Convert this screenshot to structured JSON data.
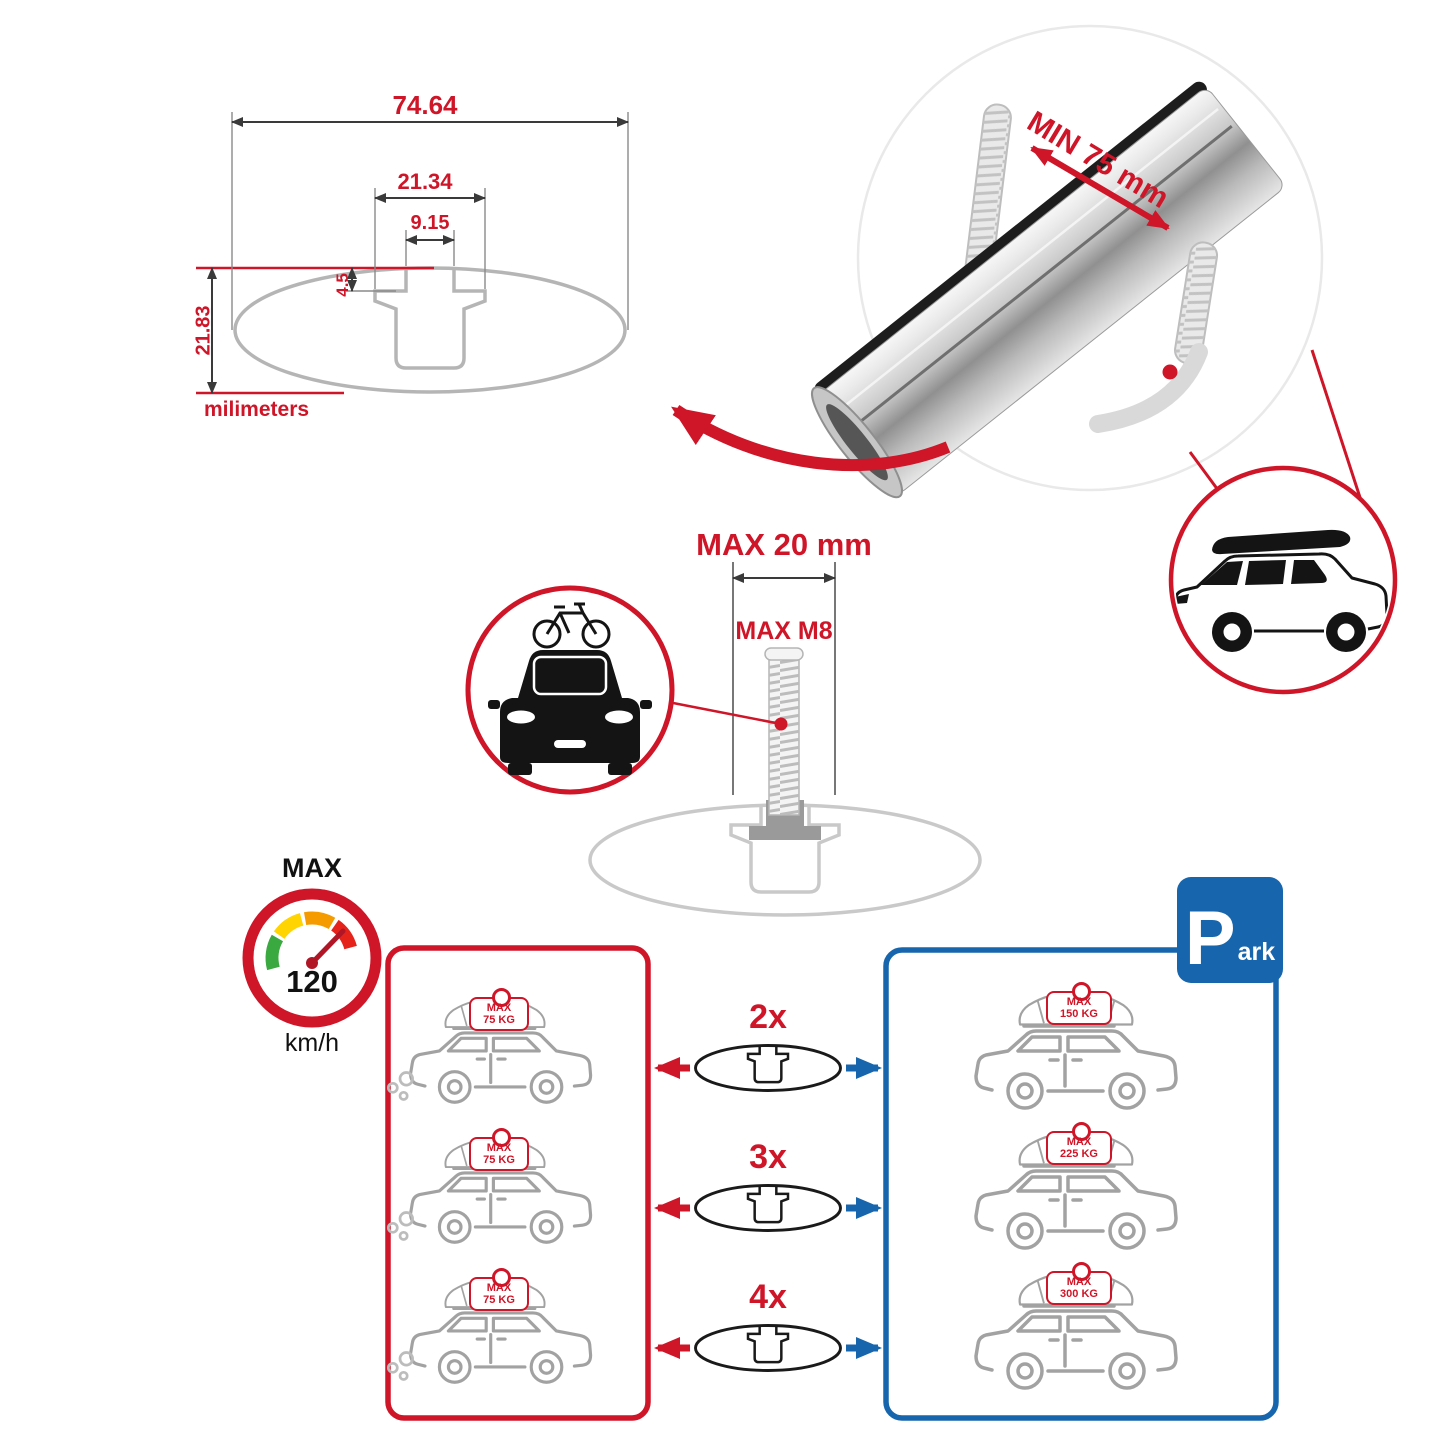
{
  "colors": {
    "red": "#cf1528",
    "blue": "#1766ad",
    "silver": "#c7c7c7",
    "line_gray": "#a2a2a2",
    "dim_line": "#3a3a3a"
  },
  "dimension_diagram": {
    "total_width": "74.64",
    "flange_width": "21.34",
    "slot_width": "9.15",
    "slot_depth": "4.5",
    "total_height": "21.83",
    "unit_label": "milimeters"
  },
  "clamp_detail": {
    "min_grip_label": "MIN 75 mm"
  },
  "bolt_detail": {
    "max_length_label": "MAX 20 mm",
    "max_thread_label": "MAX M8"
  },
  "speed_badge": {
    "top_label": "MAX",
    "value": "120",
    "unit": "km/h",
    "segment_colors": [
      "#3aa93f",
      "#ffd400",
      "#f59b00",
      "#e5231b"
    ]
  },
  "park_sign": {
    "letter": "P",
    "rest": "ark"
  },
  "left_panel": {
    "cars": [
      {
        "tag_line1": "MAX",
        "tag_line2": "75 KG"
      },
      {
        "tag_line1": "MAX",
        "tag_line2": "75 KG"
      },
      {
        "tag_line1": "MAX",
        "tag_line2": "75 KG"
      }
    ]
  },
  "multipliers": [
    "2x",
    "3x",
    "4x"
  ],
  "right_panel": {
    "cars": [
      {
        "tag_line1": "MAX",
        "tag_line2": "150 KG"
      },
      {
        "tag_line1": "MAX",
        "tag_line2": "225 KG"
      },
      {
        "tag_line1": "MAX",
        "tag_line2": "300 KG"
      }
    ]
  }
}
